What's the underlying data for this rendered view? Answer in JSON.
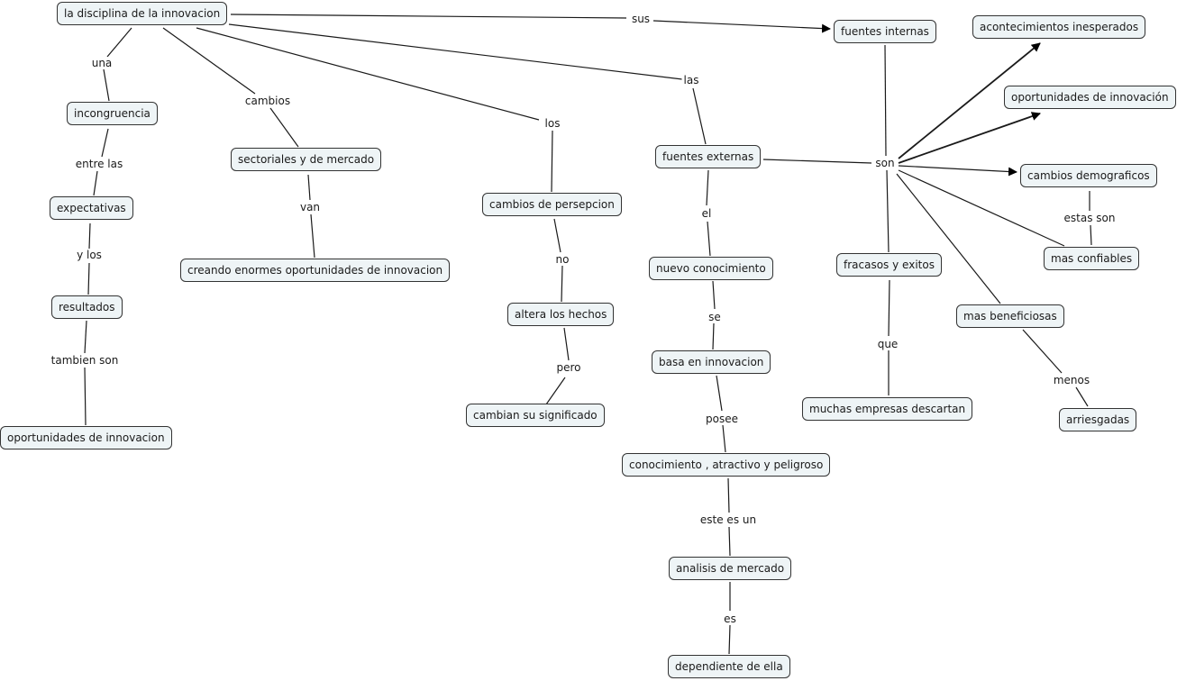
{
  "concepts": {
    "root": "la disciplina de la innovacion",
    "incongruencia": "incongruencia",
    "expectativas": "expectativas",
    "resultados": "resultados",
    "oportunidades_left": "oportunidades de innovacion",
    "sectoriales": "sectoriales y de mercado",
    "creando": "creando enormes oportunidades de innovacion",
    "persepcion": "cambios de persepcion",
    "altera": "altera los hechos",
    "cambian": "cambian su significado",
    "externas": "fuentes externas",
    "nuevo": "nuevo conocimiento",
    "basa": "basa en innovacion",
    "conocimiento": "conocimiento , atractivo y peligroso",
    "analisis": "analisis de mercado",
    "dependiente": "dependiente de ella",
    "internas": "fuentes internas",
    "acontecimientos": "acontecimientos inesperados",
    "oportunidades_right": "oportunidades de innovación",
    "demograficos": "cambios demograficos",
    "confiables": "mas confiables",
    "fracasos": "fracasos y exitos",
    "muchas": "muchas empresas descartan",
    "beneficiosas": "mas beneficiosas",
    "arriesgadas": "arriesgadas"
  },
  "links": {
    "una": "una",
    "entre_las": "entre las",
    "y_los": "y los",
    "tambien_son": "tambien son",
    "cambios": "cambios",
    "van": "van",
    "los": "los",
    "no": "no",
    "pero": "pero",
    "las": "las",
    "el": "el",
    "se": "se",
    "posee": "posee",
    "este_es_un": "este es un",
    "es": "es",
    "sus": "sus",
    "son": "son",
    "estas_son": "estas son",
    "que": "que",
    "menos": "menos"
  },
  "colors": {
    "node_fill": "#eef4f6",
    "node_border": "#333333",
    "line": "#1a1a1a"
  }
}
